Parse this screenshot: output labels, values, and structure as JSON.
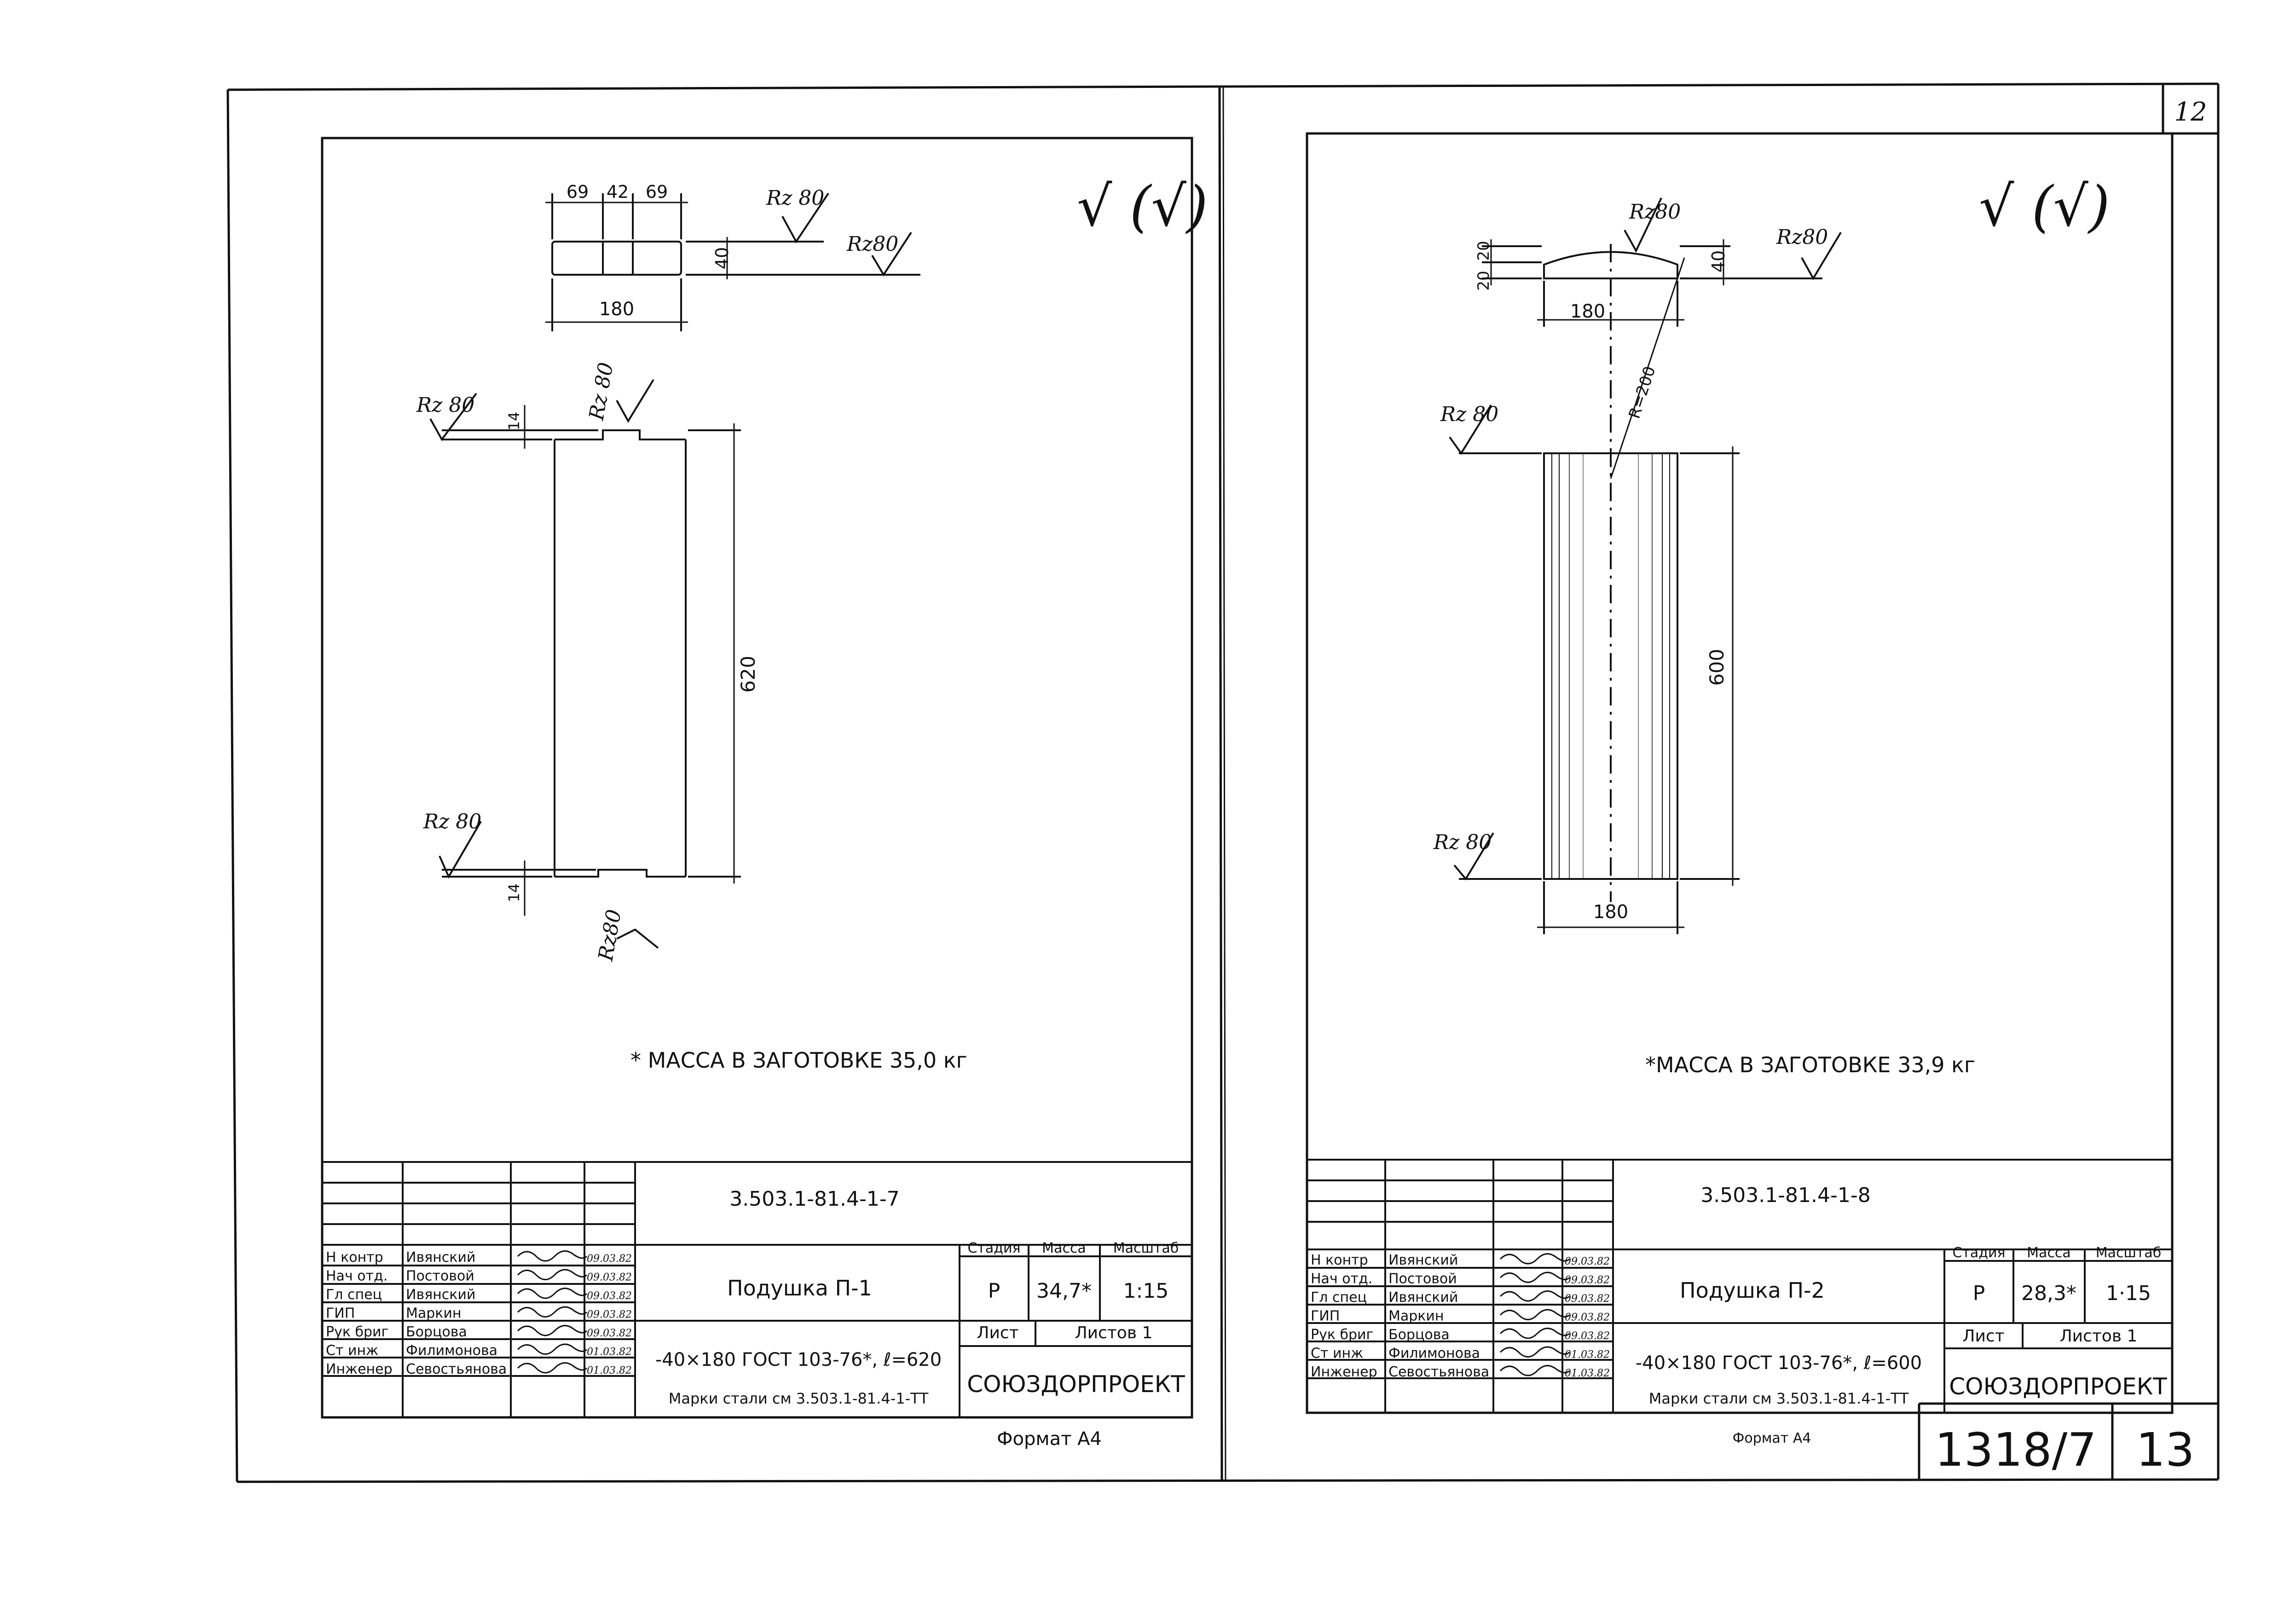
{
  "page_number_top": "12",
  "footer": {
    "code": "1318/7",
    "page": "13"
  },
  "left_sheet": {
    "check_mark": "√ (√)",
    "top_view": {
      "dim_a": "69",
      "dim_b": "42",
      "dim_c": "69",
      "width": "180",
      "height": "40",
      "roughness_1": "Rz 80",
      "roughness_2": "Rz80"
    },
    "side_view": {
      "length": "620",
      "notch_top": "14",
      "notch_bottom": "14",
      "roughness_tl": "Rz 80",
      "roughness_tr": "Rz 80",
      "roughness_bl": "Rz 80",
      "roughness_br": "Rz80"
    },
    "mass_note": "* МАССА В ЗАГОТОВКЕ 35,0 кг",
    "title_block": {
      "doc_code": "3.503.1-81.4-1-7",
      "part_name": "Подушка П-1",
      "stage_header": "Стадия",
      "mass_header": "Масса",
      "scale_header": "Масштаб",
      "stage": "Р",
      "mass": "34,7*",
      "scale": "1:15",
      "sheet_label": "Лист",
      "sheets_label": "Листов 1",
      "material": "-40×180 ГОСТ 103-76*, ℓ=620",
      "steel_grade": "Марки стали см 3.503.1-81.4-1-ТТ",
      "organization": "СОЮЗДОРПРОЕКТ",
      "signatures": [
        {
          "role": "Н контр",
          "name": "Ивянский",
          "date": "09.03.82"
        },
        {
          "role": "Нач отд.",
          "name": "Постовой",
          "date": "09.03.82"
        },
        {
          "role": "Гл спец",
          "name": "Ивянский",
          "date": "09.03.82"
        },
        {
          "role": "ГИП",
          "name": "Маркин",
          "date": "09.03.82"
        },
        {
          "role": "Рук бриг",
          "name": "Борцова",
          "date": "09.03.82"
        },
        {
          "role": "Ст инж",
          "name": "Филимонова",
          "date": "01.03.82"
        },
        {
          "role": "Инженер",
          "name": "Севостьянова",
          "date": "01.03.82"
        }
      ],
      "format": "Формат А4"
    }
  },
  "right_sheet": {
    "check_mark": "√ (√)",
    "top_view": {
      "dim_top": "20",
      "dim_bottom": "20",
      "width": "180",
      "height": "40",
      "radius": "R=200",
      "roughness_1": "Rz80",
      "roughness_2": "Rz80"
    },
    "side_view": {
      "length": "600",
      "width": "180",
      "roughness_top": "Rz 80",
      "roughness_bottom": "Rz 80"
    },
    "mass_note": "*МАССА В ЗАГОТОВКЕ 33,9 кг",
    "title_block": {
      "doc_code": "3.503.1-81.4-1-8",
      "part_name": "Подушка П-2",
      "stage_header": "Стадия",
      "mass_header": "Масса",
      "scale_header": "Масштаб",
      "stage": "Р",
      "mass": "28,3*",
      "scale": "1·15",
      "sheet_label": "Лист",
      "sheets_label": "Листов 1",
      "material": "-40×180 ГОСТ 103-76*, ℓ=600",
      "steel_grade": "Марки стали см 3.503.1-81.4-1-ТТ",
      "organization": "СОЮЗДОРПРОЕКТ",
      "signatures": [
        {
          "role": "Н контр",
          "name": "Ивянский",
          "date": "09.03.82"
        },
        {
          "role": "Нач отд.",
          "name": "Постовой",
          "date": "09.03.82"
        },
        {
          "role": "Гл спец",
          "name": "Ивянский",
          "date": "09.03.82"
        },
        {
          "role": "ГИП",
          "name": "Маркин",
          "date": "09.03.82"
        },
        {
          "role": "Рук бриг",
          "name": "Борцова",
          "date": "09.03.82"
        },
        {
          "role": "Ст инж",
          "name": "Филимонова",
          "date": "01.03.82"
        },
        {
          "role": "Инженер",
          "name": "Севостьянова",
          "date": "01.03.82"
        }
      ],
      "format": "Формат А4"
    }
  }
}
